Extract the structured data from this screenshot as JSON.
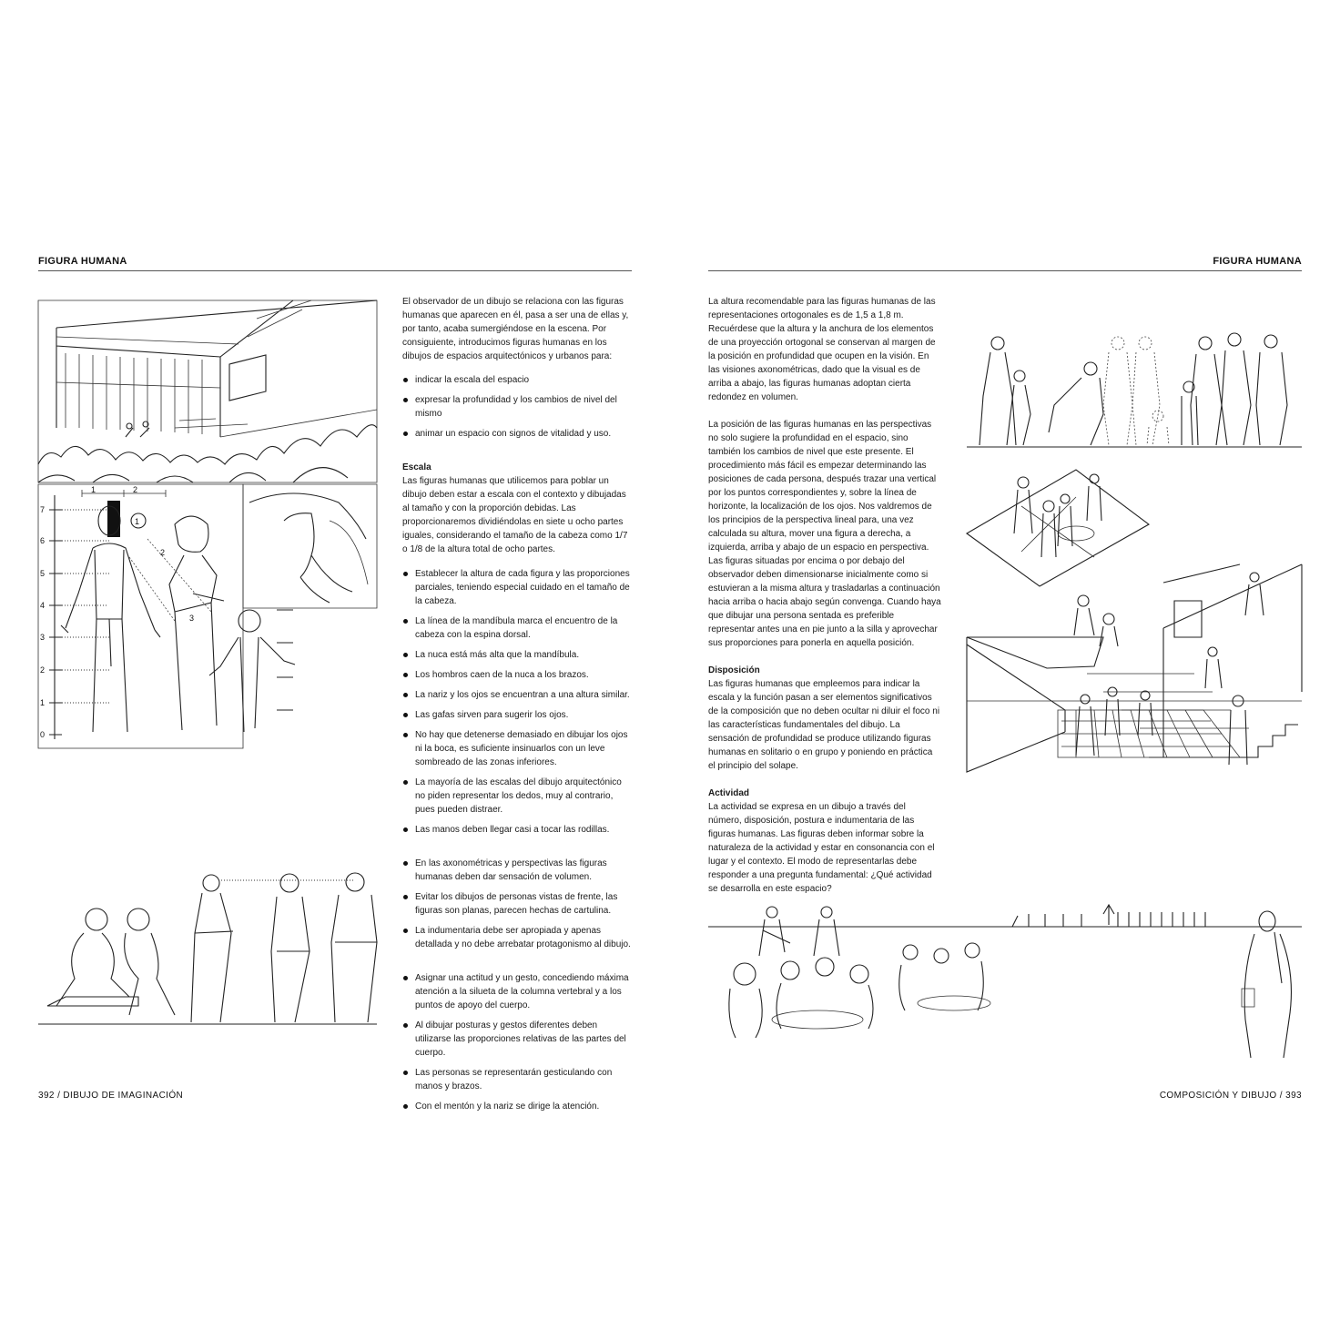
{
  "left_page": {
    "header": "FIGURA HUMANA",
    "intro": "El observador de un dibujo se relaciona con las figuras humanas que aparecen en él, pasa a ser una de ellas y, por tanto, acaba sumergiéndose en la escena. Por consiguiente, introducimos figuras humanas en los dibujos de espacios arquitectónicos y urbanos para:",
    "intro_bullets": [
      "indicar la escala del espacio",
      "expresar la profundidad y los cambios de nivel del mismo",
      "animar un espacio con signos de vitalidad y uso."
    ],
    "escala_heading": "Escala",
    "escala_text": "Las figuras humanas que utilicemos para poblar un dibujo deben estar a escala con el contexto y dibujadas al tamaño y con la proporción debidas. Las proporcionaremos dividiéndolas en siete u ocho partes iguales, considerando el tamaño de la cabeza como 1/7 o 1/8 de la altura total de ocho partes.",
    "escala_bullets": [
      "Establecer la altura de cada figura y las proporciones parciales, teniendo especial cuidado en el tamaño de la cabeza.",
      "La línea de la mandíbula marca el encuentro de la cabeza con la espina dorsal.",
      "La nuca está más alta que la mandíbula.",
      "Los hombros caen de la nuca a los brazos.",
      "La nariz y los ojos se encuentran a una altura similar.",
      "Las gafas sirven para sugerir los ojos.",
      "No hay que detenerse demasiado en dibujar los ojos ni la boca, es suficiente insinuarlos con un leve sombreado de las zonas inferiores.",
      "La mayoría de las escalas del dibujo arquitectónico no piden representar los dedos, muy al contrario, pues pueden distraer.",
      "Las manos deben llegar casi a tocar las rodillas."
    ],
    "volume_bullets": [
      "En las axonométricas y perspectivas las figuras humanas deben dar sensación de volumen.",
      "Evitar los dibujos de personas vistas de frente, las figuras son planas, parecen hechas de cartulina.",
      "La indumentaria debe ser apropiada y apenas detallada y no debe arrebatar protagonismo al dibujo."
    ],
    "gesture_bullets": [
      "Asignar una actitud y un gesto, concediendo máxima atención a la silueta de la columna vertebral y a los puntos de apoyo del cuerpo.",
      "Al dibujar posturas y gestos diferentes deben utilizarse las proporciones relativas de las partes del cuerpo.",
      "Las personas se representarán gesticulando con manos y brazos.",
      "Con el mentón y la nariz se dirige la atención."
    ],
    "footer": "392  /  DIBUJO DE IMAGINACIÓN",
    "figure_scale_numbers": [
      "7",
      "6",
      "5",
      "4",
      "3",
      "2",
      "1",
      "0"
    ],
    "figure_top_numbers": [
      "1",
      "2"
    ],
    "figure_callouts": [
      "1",
      "2",
      "3"
    ]
  },
  "right_page": {
    "header": "FIGURA HUMANA",
    "para1": "La altura recomendable para las figuras humanas de las representaciones ortogonales es de 1,5 a 1,8 m. Recuérdese que la altura y la anchura de los elementos de una proyección ortogonal se conservan al margen de la posición en profundidad que ocupen en la visión. En las visiones axonométricas, dado que la visual es de arriba a abajo, las figuras humanas adoptan cierta redondez en volumen.",
    "para2": "La posición de las figuras humanas en las perspectivas no solo sugiere la profundidad en el espacio, sino también los cambios de nivel que este presente. El procedimiento más fácil es empezar determinando las posiciones de cada persona, después trazar una vertical por los puntos correspondientes y, sobre la línea de horizonte, la localización de los ojos. Nos valdremos de los principios de la perspectiva lineal para, una vez calculada su altura, mover una figura a derecha, a izquierda, arriba y abajo de un espacio en perspectiva. Las figuras situadas por encima o por debajo del observador deben dimensionarse inicialmente como si estuvieran a la misma altura y trasladarlas a continuación hacia arriba o hacia abajo según convenga. Cuando haya que dibujar una persona sentada es preferible representar antes una en pie junto a la silla y aprovechar sus proporciones para ponerla en aquella posición.",
    "disposicion_heading": "Disposición",
    "disposicion_text": "Las figuras humanas que empleemos para indicar la escala y la función pasan a ser elementos significativos de la composición que no deben ocultar ni diluir el foco ni las características fundamentales del dibujo. La sensación de profundidad se produce utilizando figuras humanas en solitario o en grupo y poniendo en práctica el principio del solape.",
    "actividad_heading": "Actividad",
    "actividad_text": "La actividad se expresa en un dibujo a través del número, disposición, postura e indumentaria de las figuras humanas. Las figuras deben informar sobre la naturaleza de la actividad y estar en consonancia con el lugar y el contexto. El modo de representarlas debe responder a una pregunta fundamental: ¿Qué actividad se desarrolla en este espacio?",
    "footer": "COMPOSICIÓN Y DIBUJO  /  393"
  }
}
